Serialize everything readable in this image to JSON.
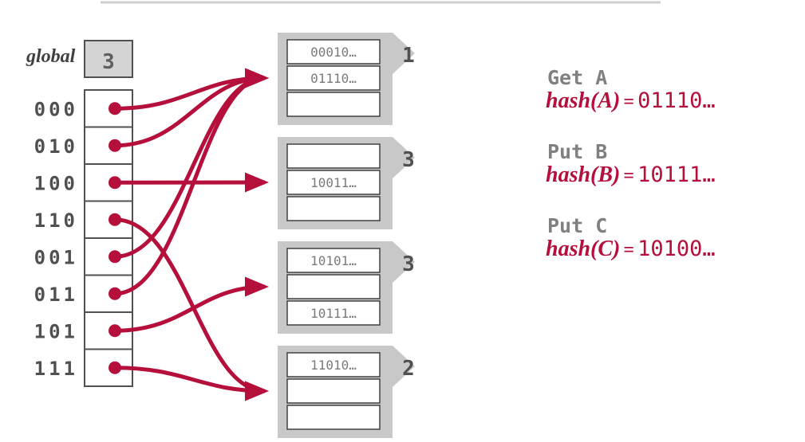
{
  "global_label": "global",
  "global_depth": "3",
  "directory": [
    {
      "bits": "000",
      "bucket": 0
    },
    {
      "bits": "010",
      "bucket": 0
    },
    {
      "bits": "100",
      "bucket": 1
    },
    {
      "bits": "110",
      "bucket": 3
    },
    {
      "bits": "001",
      "bucket": 0
    },
    {
      "bits": "011",
      "bucket": 0
    },
    {
      "bits": "101",
      "bucket": 2
    },
    {
      "bits": "111",
      "bucket": 3
    }
  ],
  "buckets": [
    {
      "local_depth": "1",
      "slots": [
        "00010…",
        "01110…",
        ""
      ]
    },
    {
      "local_depth": "3",
      "slots": [
        "",
        "10011…",
        ""
      ]
    },
    {
      "local_depth": "3",
      "slots": [
        "10101…",
        "",
        "10111…"
      ]
    },
    {
      "local_depth": "2",
      "slots": [
        "11010…",
        "",
        ""
      ]
    }
  ],
  "operations": [
    {
      "command": "Get A",
      "hash_fn": "hash(A)",
      "equals": "=",
      "hash_value": "01110…"
    },
    {
      "command": "Put B",
      "hash_fn": "hash(B)",
      "equals": "=",
      "hash_value": "10111…"
    },
    {
      "command": "Put C",
      "hash_fn": "hash(C)",
      "equals": "=",
      "hash_value": "10100…"
    }
  ],
  "colors": {
    "pointer": "#b5103c",
    "bucket_bg": "#c8c8c8",
    "header_bg": "#d4d4d4",
    "label_text": "#505050",
    "slot_text": "#7a7a7a",
    "rule": "#cfcfcf"
  }
}
